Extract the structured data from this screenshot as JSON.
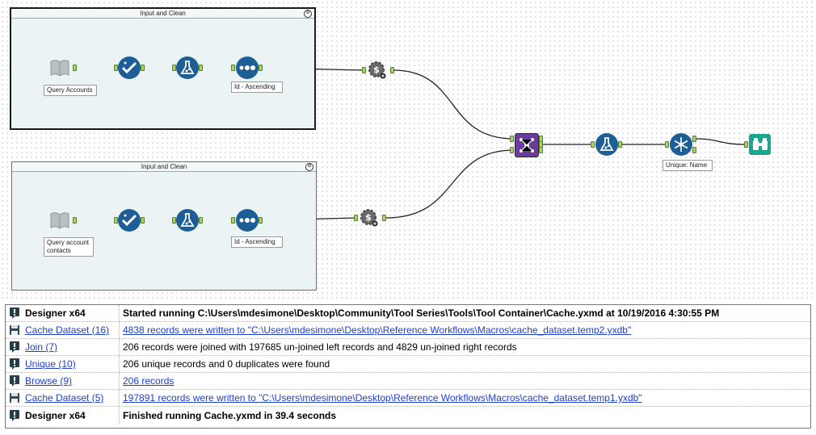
{
  "containers": [
    {
      "title": "Input and Clean",
      "collapse_glyph": "⊖"
    },
    {
      "title": "Input and Clean",
      "collapse_glyph": "⊖"
    }
  ],
  "labels": {
    "query_accounts": "Query Accounts",
    "sort_top": "Id - Ascending",
    "query_contacts": "Query account contacts",
    "sort_bottom": "Id - Ascending",
    "unique": "Unique: Name"
  },
  "colors": {
    "input_icon": "#b9c0c2",
    "blue_tool": "#1e5e96",
    "join_tool": "#6c3c9c",
    "browse_tool": "#1ba58e",
    "cache_tool": "#6a6a6a",
    "anchor": "#a6d46a",
    "link": "#1f3fcf"
  },
  "log": [
    {
      "icon": "warning-icon",
      "tool": "Designer x64",
      "tool_is_link": false,
      "bold": true,
      "message": "Started running C:\\Users\\mdesimone\\Desktop\\Community\\Tool Series\\Tools\\Tool Container\\Cache.yxmd at 10/19/2016 4:30:55 PM",
      "message_is_link": false
    },
    {
      "icon": "save-icon",
      "tool": "Cache Dataset (16)",
      "tool_is_link": true,
      "bold": false,
      "message": "4838 records were written to \"C:\\Users\\mdesimone\\Desktop\\Reference Workflows\\Macros\\cache_dataset.temp2.yxdb\"",
      "message_is_link": true
    },
    {
      "icon": "warning-icon",
      "tool": "Join (7)",
      "tool_is_link": true,
      "bold": false,
      "message": "206 records were joined with 197685 un-joined left records and 4829 un-joined right records",
      "message_is_link": false
    },
    {
      "icon": "warning-icon",
      "tool": "Unique (10)",
      "tool_is_link": true,
      "bold": false,
      "message": "206 unique records and 0 duplicates were found",
      "message_is_link": false
    },
    {
      "icon": "warning-icon",
      "tool": "Browse (9)",
      "tool_is_link": true,
      "bold": false,
      "message": "206 records",
      "message_is_link": true
    },
    {
      "icon": "save-icon",
      "tool": "Cache Dataset (5)",
      "tool_is_link": true,
      "bold": false,
      "message": "197891 records were written to \"C:\\Users\\mdesimone\\Desktop\\Reference Workflows\\Macros\\cache_dataset.temp1.yxdb\"",
      "message_is_link": true
    },
    {
      "icon": "warning-icon",
      "tool": "Designer x64",
      "tool_is_link": false,
      "bold": true,
      "message": "Finished running Cache.yxmd in 39.4 seconds",
      "message_is_link": false
    }
  ]
}
